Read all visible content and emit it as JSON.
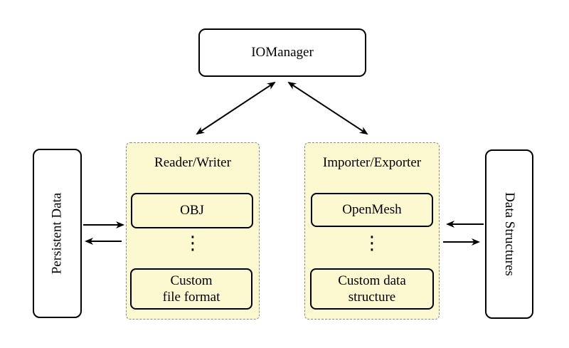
{
  "diagram": {
    "nodes": {
      "iomanager": {
        "label": "IOManager"
      },
      "persistent_data": {
        "label": "Persistent Data"
      },
      "data_structures": {
        "label": "Data Structures"
      }
    },
    "groups": {
      "reader_writer": {
        "title": "Reader/Writer",
        "ellipsis": "⋮",
        "items": [
          {
            "lines": [
              "OBJ"
            ]
          },
          {
            "lines": [
              "Custom",
              "file format"
            ]
          }
        ]
      },
      "importer_exporter": {
        "title": "Importer/Exporter",
        "ellipsis": "⋮",
        "items": [
          {
            "lines": [
              "OpenMesh"
            ]
          },
          {
            "lines": [
              "Custom data",
              "structure"
            ]
          }
        ]
      }
    },
    "colors": {
      "group_fill": "#FCF8D0",
      "group_border": "#8A8A8A",
      "node_border": "#000000",
      "arrow": "#000000",
      "background": "#FFFFFF"
    }
  }
}
